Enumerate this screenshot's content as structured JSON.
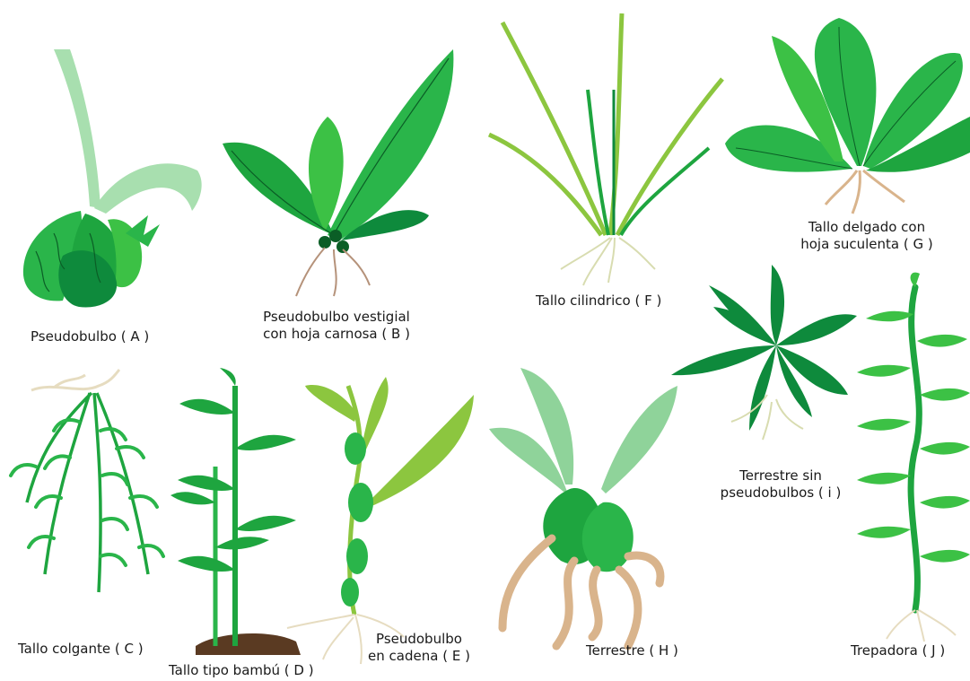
{
  "title": "",
  "colors": {
    "dark_green": "#0e8a3c",
    "mid_green": "#23b24a",
    "bright_green": "#3cc145",
    "pale_green": "#8fd39a",
    "lime": "#8cc63f",
    "dark_vein": "#0b5e26",
    "root_tan": "#d9b48c",
    "root_pale": "#e6dcc0",
    "root_brown": "#a0805a",
    "soil": "#5a3a22"
  },
  "panels": [
    {
      "id": "A",
      "label": "Pseudobulbo ( A )"
    },
    {
      "id": "B",
      "label_line1": "Pseudobulbo vestigial",
      "label_line2": "con hoja carnosa ( B )"
    },
    {
      "id": "F",
      "label": "Tallo cilindrico ( F )"
    },
    {
      "id": "G",
      "label_line1": "Tallo delgado con",
      "label_line2": "hoja suculenta ( G )"
    },
    {
      "id": "C",
      "label": "Tallo colgante ( C )"
    },
    {
      "id": "D",
      "label": "Tallo tipo bambú ( D )"
    },
    {
      "id": "E",
      "label_line1": "Pseudobulbo",
      "label_line2": "en cadena ( E )"
    },
    {
      "id": "H",
      "label": "Terrestre ( H )"
    },
    {
      "id": "I",
      "label_line1": "Terrestre sin",
      "label_line2": "pseudobulbos ( i )"
    },
    {
      "id": "J",
      "label": "Trepadora ( J )"
    }
  ]
}
